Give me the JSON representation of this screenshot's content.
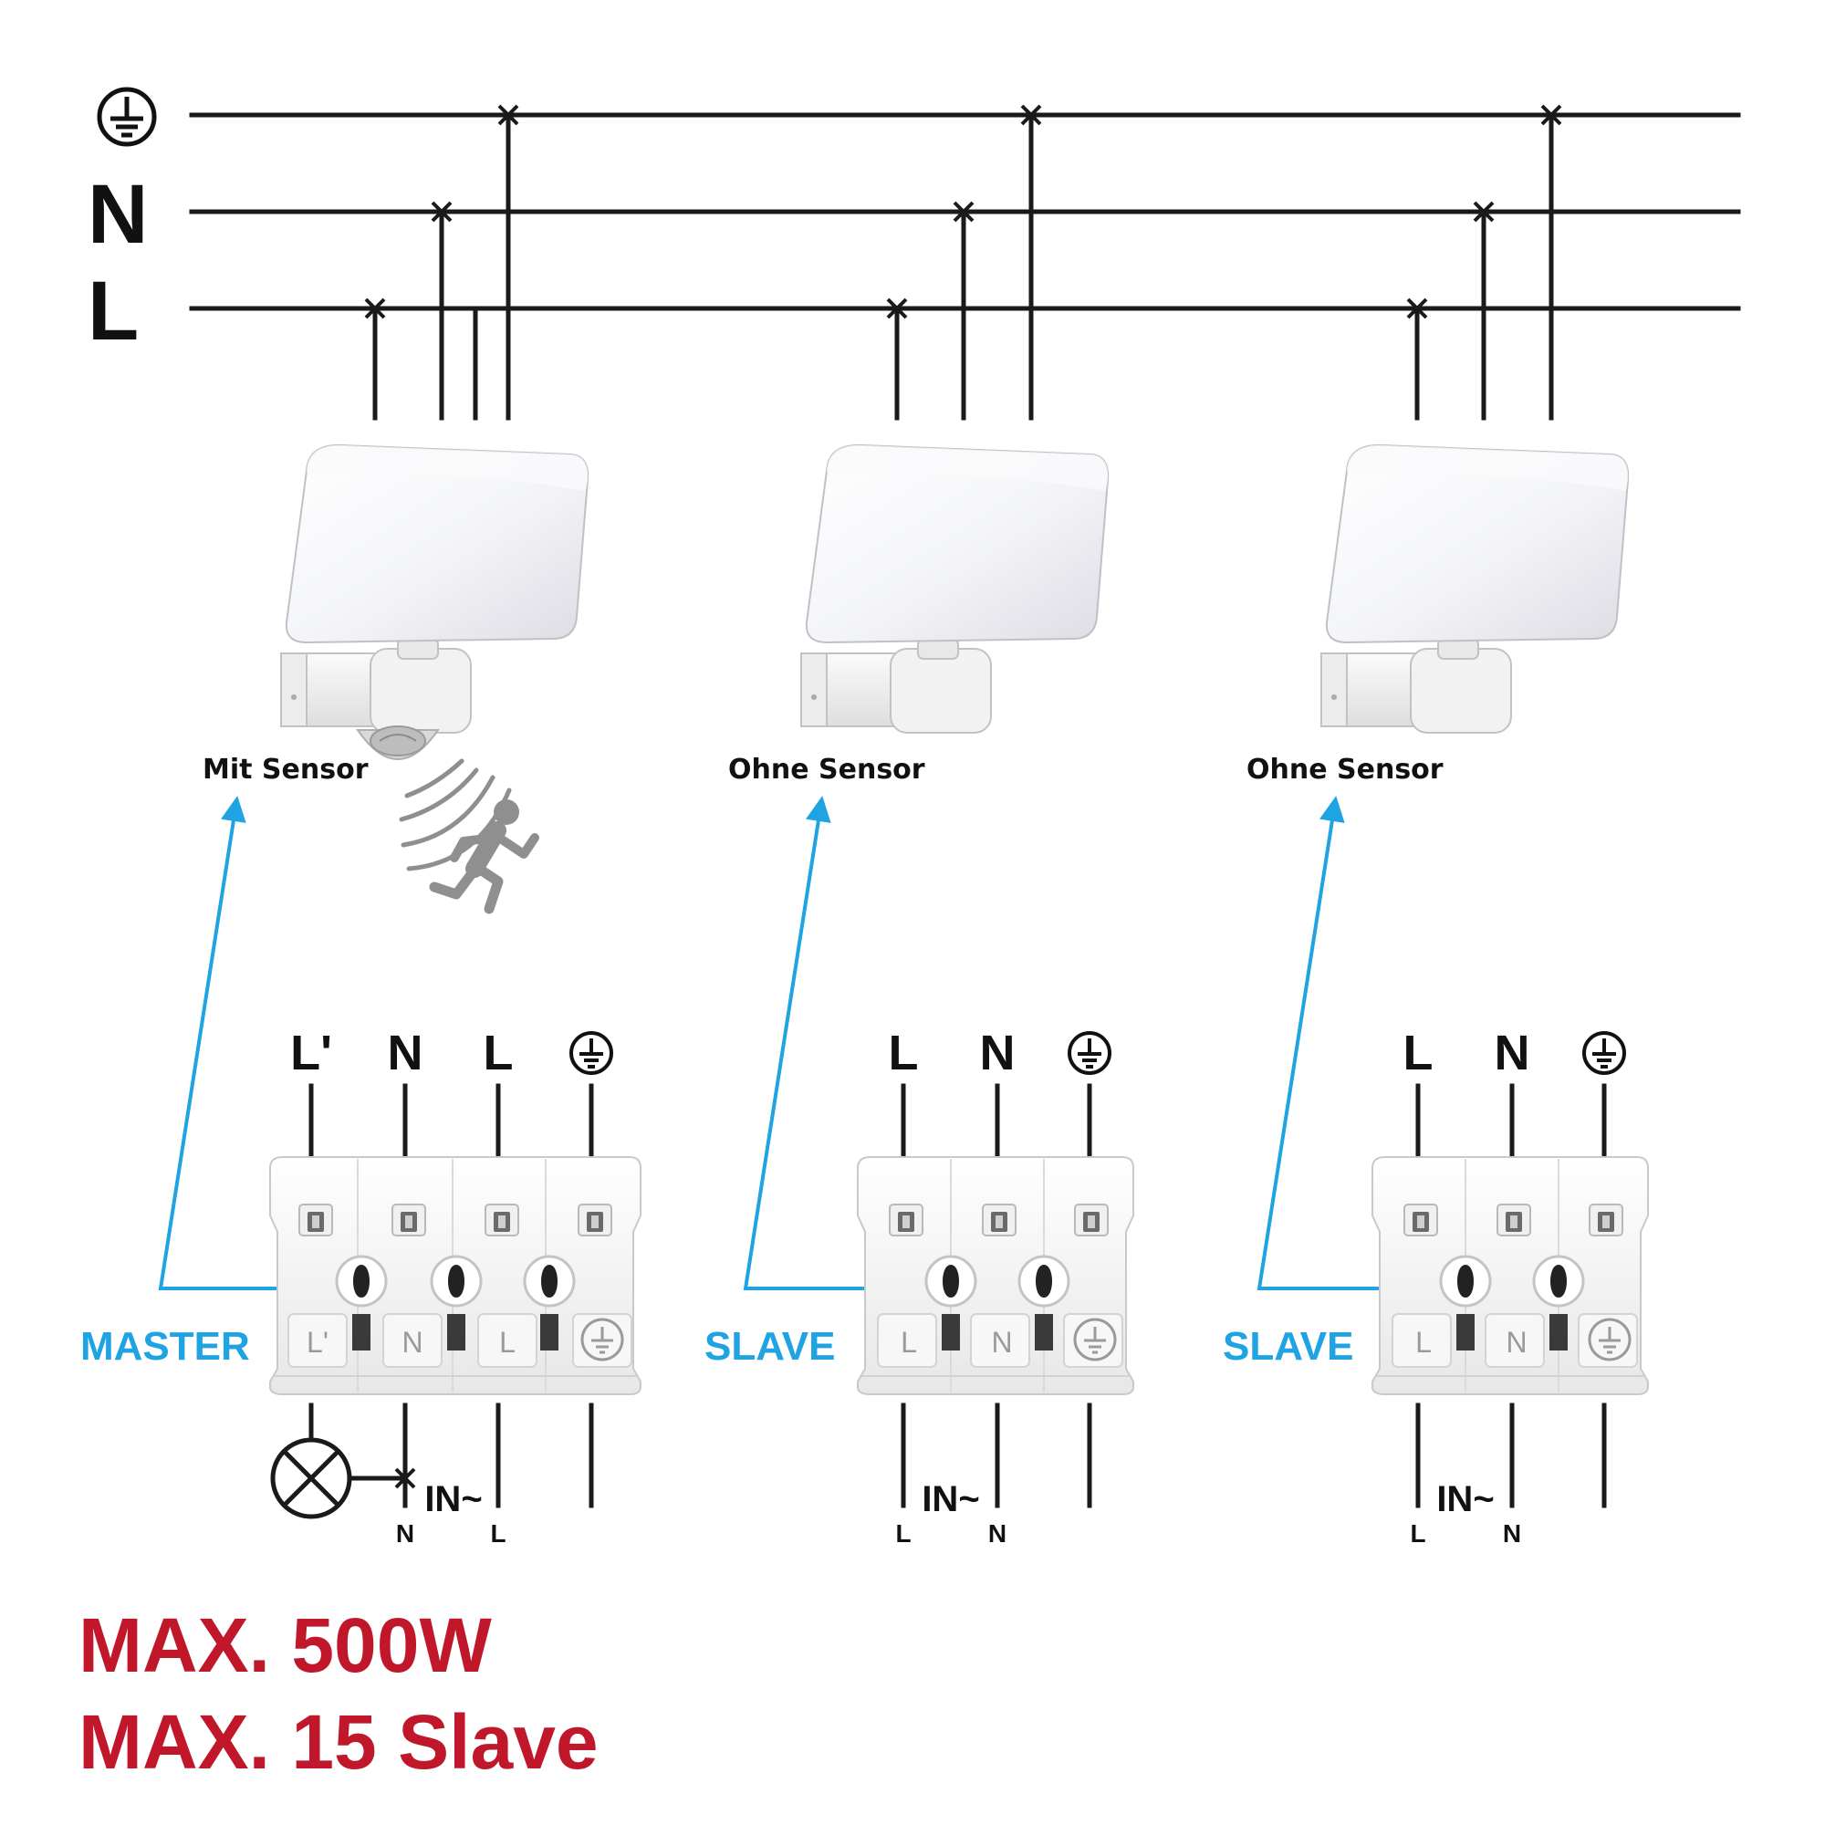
{
  "colors": {
    "wire": "#1a1a1a",
    "accent_blue": "#1fa3e3",
    "spec_red": "#c0182a",
    "sensor_person": "#8f8f8f"
  },
  "bus": {
    "earth_symbol": "protective-earth",
    "n_label": "N",
    "l_label": "L"
  },
  "lamps": [
    {
      "caption": "Mit Sensor",
      "has_sensor": true
    },
    {
      "caption": "Ohne Sensor",
      "has_sensor": false
    },
    {
      "caption": "Ohne Sensor",
      "has_sensor": false
    }
  ],
  "connectors": [
    {
      "role": "MASTER",
      "top_labels": [
        "L'",
        "N",
        "L",
        "earth"
      ],
      "slot_labels": [
        "L'",
        "N",
        "L",
        "earth"
      ],
      "in_label": "IN~",
      "bottom_labels": [
        "N",
        "L"
      ],
      "load_symbol": "lamp-load"
    },
    {
      "role": "SLAVE",
      "top_labels": [
        "L",
        "N",
        "earth"
      ],
      "slot_labels": [
        "L",
        "N",
        "earth"
      ],
      "in_label": "IN~",
      "bottom_labels": [
        "L",
        "N"
      ]
    },
    {
      "role": "SLAVE",
      "top_labels": [
        "L",
        "N",
        "earth"
      ],
      "slot_labels": [
        "L",
        "N",
        "earth"
      ],
      "in_label": "IN~",
      "bottom_labels": [
        "L",
        "N"
      ]
    }
  ],
  "specs": {
    "line1": "MAX. 500W",
    "line2": "MAX. 15 Slave"
  }
}
